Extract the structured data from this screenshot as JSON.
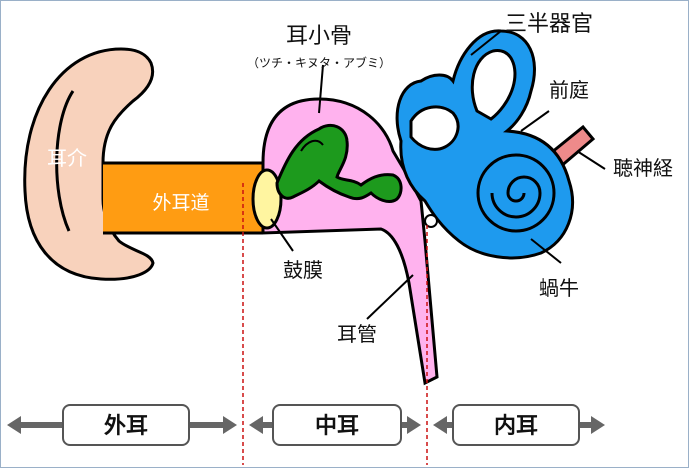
{
  "labels": {
    "ossicles": "耳小骨",
    "ossicles_sub": "（ツチ・キヌタ・アブミ）",
    "semicircular": "三半器官",
    "vestibule": "前庭",
    "auditory_nerve": "聴神経",
    "pinna": "耳介",
    "ear_canal": "外耳道",
    "eardrum": "鼓膜",
    "cochlea": "蝸牛",
    "eustachian": "耳管"
  },
  "sections": {
    "outer": "外耳",
    "middle": "中耳",
    "inner": "内耳"
  },
  "colors": {
    "pinna": "#f8d2bc",
    "ear_canal": "#ff9c12",
    "eardrum": "#fff5a0",
    "middle_ear": "#ffb2ee",
    "ossicles": "#1d9a1d",
    "inner_ear": "#1e9aee",
    "nerve": "#ee8a8a",
    "divider": "#cc1111",
    "arrow": "#666666"
  }
}
